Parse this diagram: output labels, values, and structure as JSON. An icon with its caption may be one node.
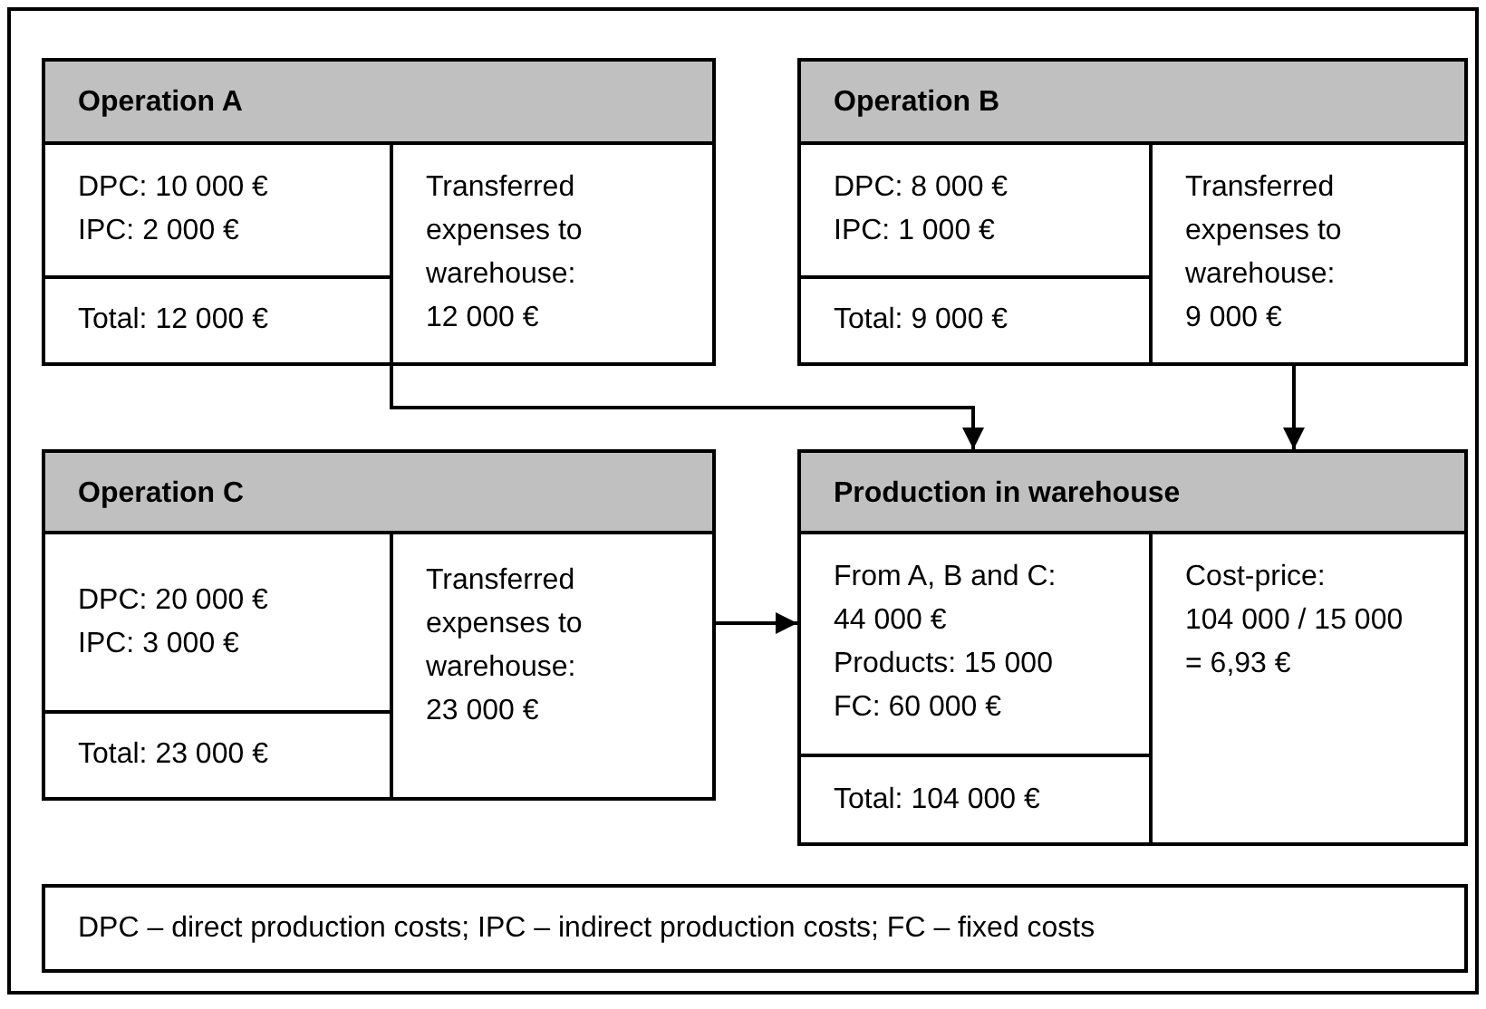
{
  "diagram": {
    "nodes": [
      {
        "text": [
          "Operation A"
        ]
      },
      {
        "text": [
          "DPC: 10 000 €",
          "IPC: 2 000 €"
        ],
        "in": 0
      },
      {
        "text": [
          "Total: 12 000 €"
        ],
        "in": 0
      },
      {
        "text": [
          "Transferred expenses to warehouse: 12 000 €"
        ],
        "in": 0
      },
      {
        "text": [
          "Operation B"
        ]
      },
      {
        "text": [
          "DPC: 8 000 €",
          "IPC: 1 000 €"
        ],
        "in": 4
      },
      {
        "text": [
          "Total: 9 000 €"
        ],
        "in": 4
      },
      {
        "text": [
          "Transferred expenses to warehouse: 9 000 €"
        ],
        "in": 4
      },
      {
        "text": [
          "Operation C"
        ]
      },
      {
        "text": [
          "DPC: 20 000 €",
          "IPC: 3 000 €"
        ],
        "in": 8
      },
      {
        "text": [
          "Total: 23 000 €"
        ],
        "in": 8
      },
      {
        "text": [
          "Transferred expenses to warehouse: 23 000 €"
        ],
        "in": 8
      },
      {
        "text": [
          "Production in warehouse"
        ]
      },
      {
        "text": [
          "From A, B and C: 44 000 €",
          "Products: 15 000",
          "FC: 60 000 €"
        ],
        "in": 12
      },
      {
        "text": [
          "Total: 104 000 €"
        ],
        "in": 12
      },
      {
        "text": [
          "Cost-price:",
          "104 000 / 15 000 = 6,93 €"
        ],
        "in": 12
      },
      {
        "text": [
          "DPC – direct production costs; IPC – indirect production costs; FC – fixed costs"
        ]
      }
    ],
    "edges": [
      {
        "from": 3,
        "to": 12,
        "arrow": "to"
      },
      {
        "from": 7,
        "to": 12,
        "arrow": "to"
      },
      {
        "from": 11,
        "to": 13,
        "arrow": "to"
      }
    ]
  }
}
